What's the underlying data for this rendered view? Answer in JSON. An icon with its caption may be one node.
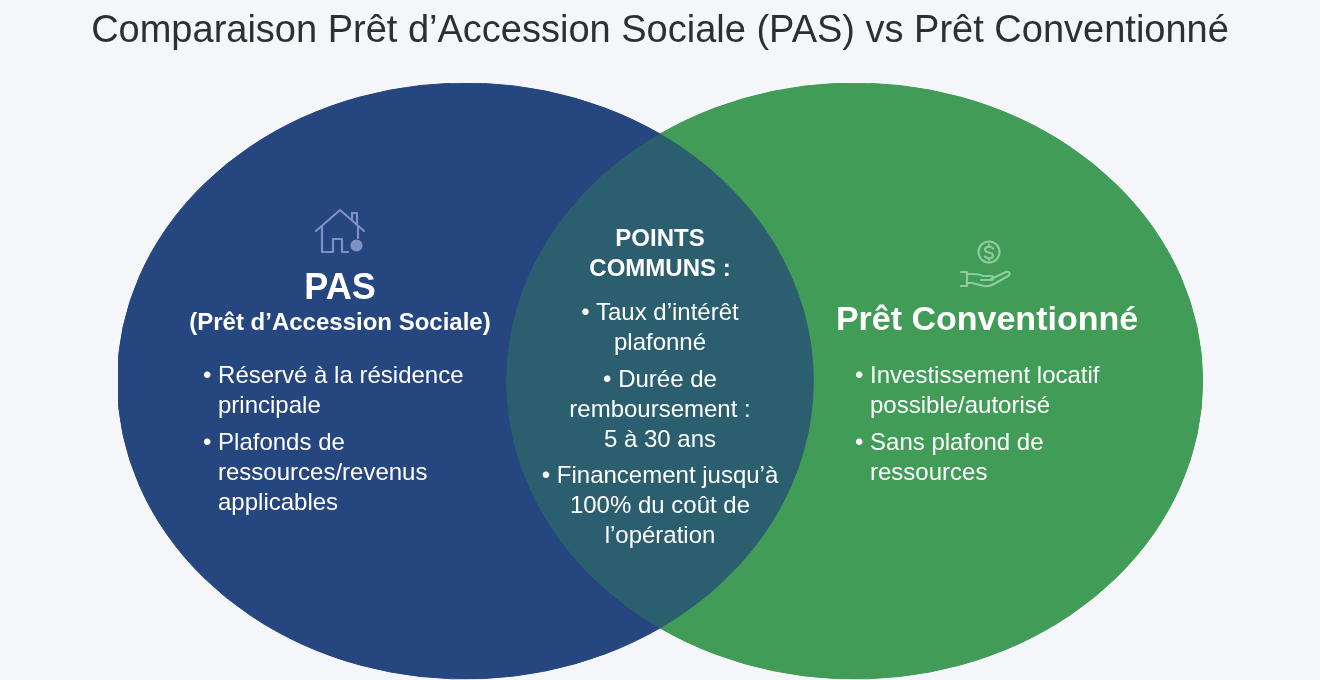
{
  "diagram": {
    "title": "Comparaison Prêt d’Accession Sociale (PAS) vs Prêt Conventionné",
    "nodes": [
      {
        "text": [
          "PAS",
          "(Prêt d’Accession Sociale)",
          "• Réservé à la résidence principale",
          "• Plafonds de ressources/revenus applicables"
        ]
      },
      {
        "text": [
          "Prêt Conventionné",
          "• Investissement locatif possible/autorisé",
          "• Sans plafond de ressources"
        ]
      },
      {
        "text": [
          "POINTS COMMUNS :",
          "• Taux d’intérêt plafonné",
          "• Durée de remboursement : 5 à 30 ans",
          "• Financement jusqu’à 100% du coût de l’opération"
        ]
      }
    ]
  }
}
